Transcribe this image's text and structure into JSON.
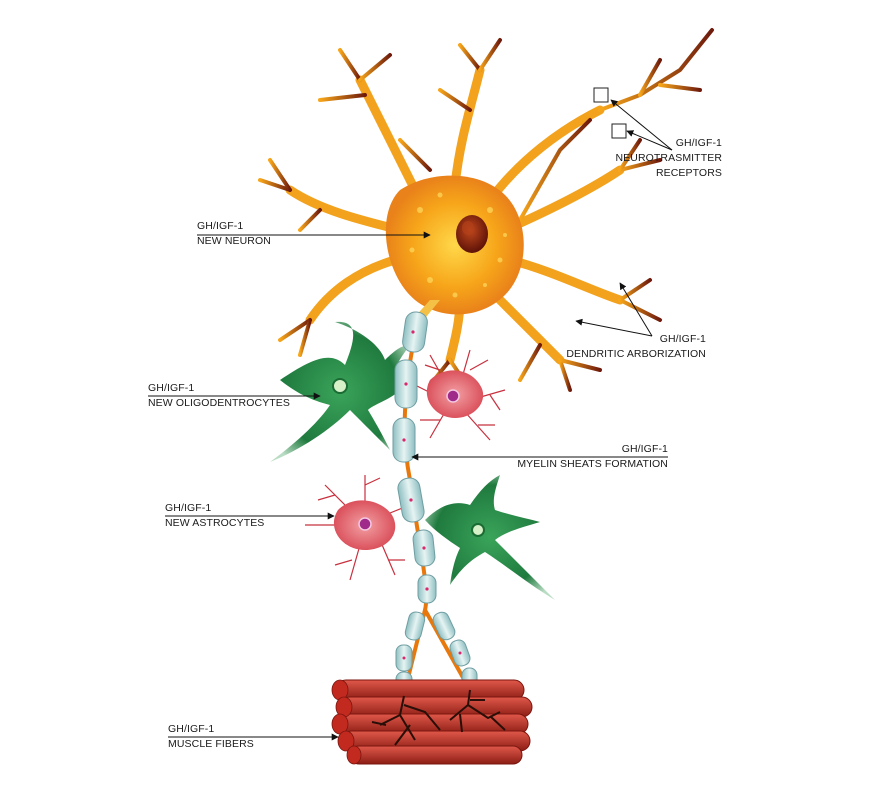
{
  "labels": {
    "receptors": {
      "line1": "GH/IGF-1",
      "line2": "NEUROTRASMITTER",
      "line3": "RECEPTORS"
    },
    "neuron": {
      "line1": "GH/IGF-1",
      "line2": "NEW NEURON"
    },
    "dendritic": {
      "line1": "GH/IGF-1",
      "line2": "DENDRITIC ARBORIZATION"
    },
    "oligodendrocytes": {
      "line1": "GH/IGF-1",
      "line2": "NEW OLIGODENTROCYTES"
    },
    "myelin": {
      "line1": "GH/IGF-1",
      "line2": "MYELIN SHEATS FORMATION"
    },
    "astrocytes": {
      "line1": "GH/IGF-1",
      "line2": "NEW ASTROCYTES"
    },
    "muscle": {
      "line1": "GH/IGF-1",
      "line2": "MUSCLE FIBERS"
    }
  },
  "colors": {
    "neuron": "#f6a81c",
    "neuron_edge": "#7a1c0a",
    "nucleus": "#8a2010",
    "myelin": "#bfe0e0",
    "axon": "#e8780c",
    "oligodendrocyte": "#2f8a4a",
    "astrocyte": "#e0606a",
    "muscle": "#c0392b",
    "line": "#111111"
  }
}
